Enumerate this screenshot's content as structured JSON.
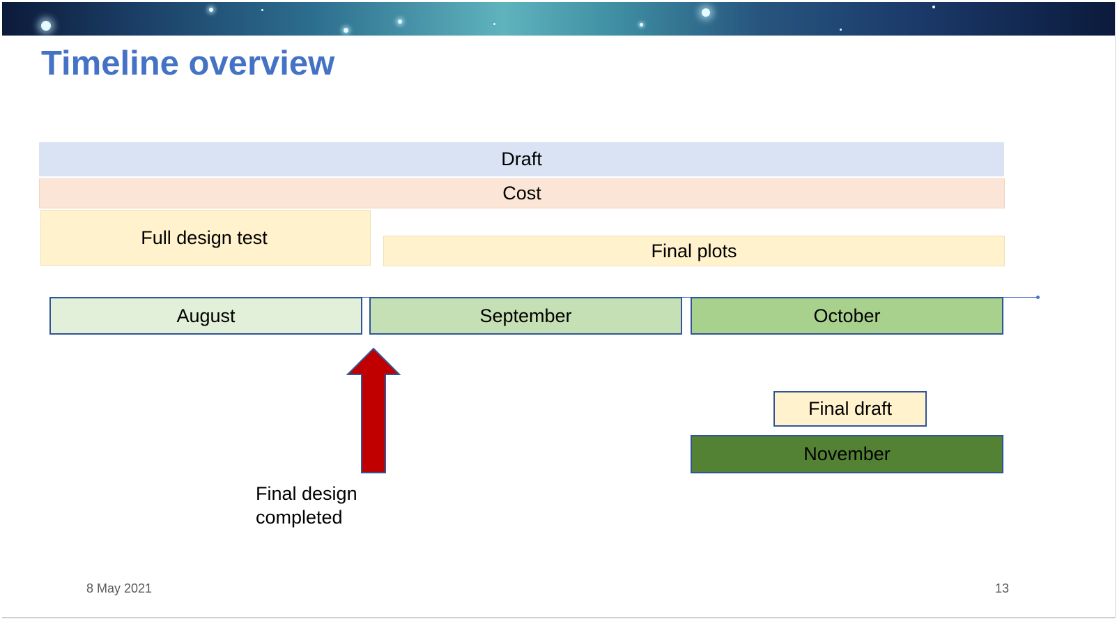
{
  "slide": {
    "title": "Timeline overview",
    "footer_date": "8 May 2021",
    "page_number": "13"
  },
  "bars": {
    "draft": "Draft",
    "cost": "Cost",
    "full_design_test": "Full design test",
    "final_plots": "Final plots",
    "final_draft": "Final draft"
  },
  "months": {
    "august": "August",
    "september": "September",
    "october": "October",
    "november": "November"
  },
  "milestone": {
    "line1": "Final design",
    "line2": "completed"
  },
  "colors": {
    "title": "#4472c4",
    "draft_bar": "#dae3f3",
    "cost_bar": "#fbe5d6",
    "task_bar": "#fff2cc",
    "august": "#e2f0d9",
    "september": "#c5e0b4",
    "october": "#a9d18e",
    "november": "#548235",
    "milestone_arrow": "#c00000",
    "box_border": "#2f5597"
  },
  "icons": {
    "milestone_marker": "up-arrow-icon"
  }
}
